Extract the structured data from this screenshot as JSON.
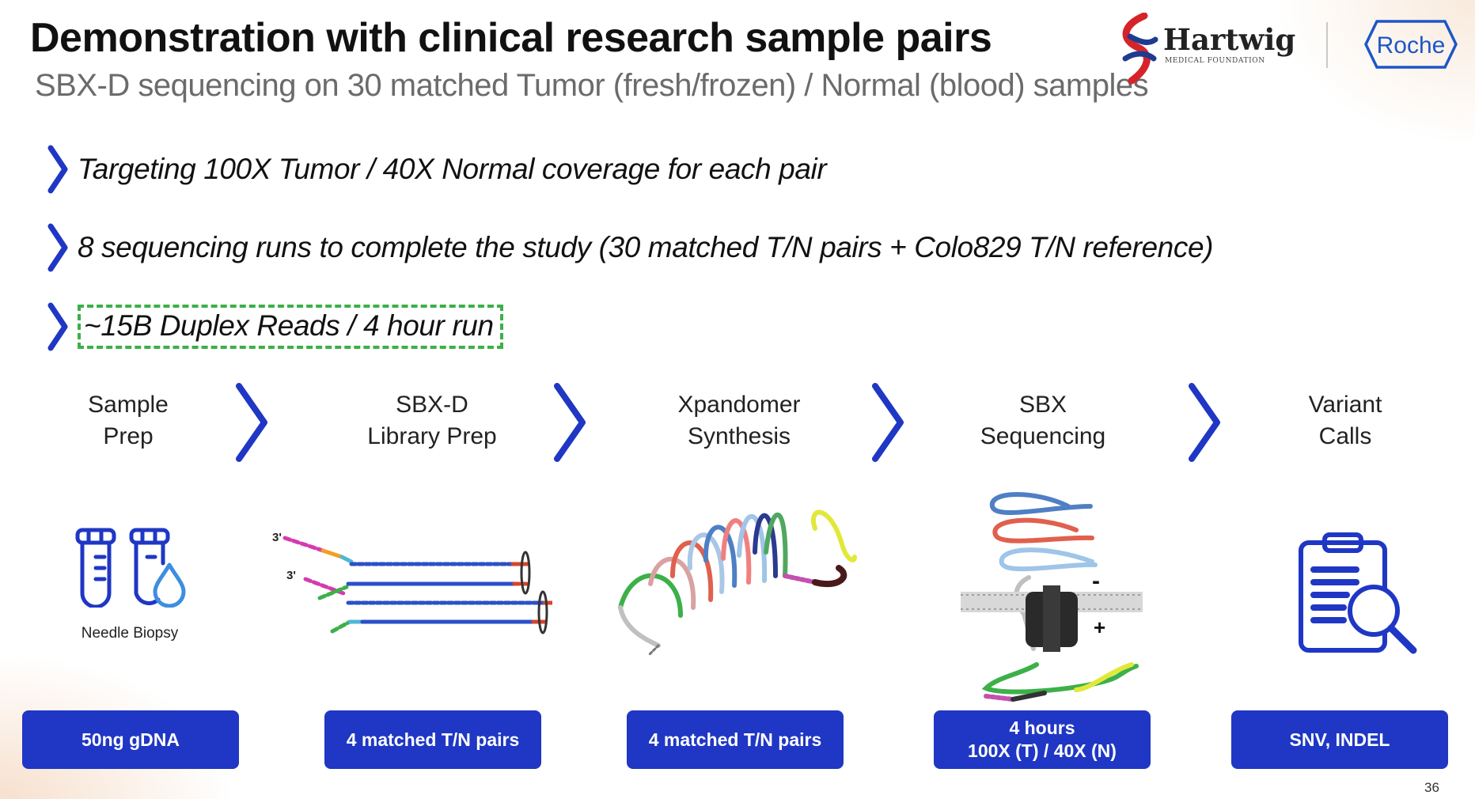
{
  "slide": {
    "title": "Demonstration with clinical research sample pairs",
    "subtitle": "SBX-D sequencing on 30 matched Tumor (fresh/frozen) / Normal (blood) samples",
    "page_number": "36"
  },
  "logos": {
    "hartwig_name": "Hartwig",
    "hartwig_sub": "MEDICAL FOUNDATION",
    "roche": "Roche"
  },
  "bullets": [
    {
      "text": "Targeting 100X Tumor / 40X Normal coverage for each pair"
    },
    {
      "text": "8 sequencing runs to complete the study (30 matched T/N pairs + Colo829 T/N reference)"
    },
    {
      "text": "~15B Duplex Reads / 4 hour run"
    }
  ],
  "steps": [
    {
      "title_line1": "Sample",
      "title_line2": "Prep",
      "pill_line1": "50ng gDNA",
      "pill_line2": ""
    },
    {
      "title_line1": "SBX-D",
      "title_line2": "Library Prep",
      "pill_line1": "4 matched T/N pairs",
      "pill_line2": ""
    },
    {
      "title_line1": "Xpandomer",
      "title_line2": "Synthesis",
      "pill_line1": "4 matched T/N pairs",
      "pill_line2": ""
    },
    {
      "title_line1": "SBX",
      "title_line2": "Sequencing",
      "pill_line1": "4 hours",
      "pill_line2": "100X (T) / 40X (N)"
    },
    {
      "title_line1": "Variant",
      "title_line2": "Calls",
      "pill_line1": "SNV, INDEL",
      "pill_line2": ""
    }
  ],
  "illustrations": {
    "needle_biopsy_label": "Needle Biopsy",
    "library_3prime_label": "3'",
    "membrane_minus": "-",
    "membrane_plus": "+"
  },
  "colors": {
    "accent_blue": "#1f37c4",
    "highlight_green": "#3cb049"
  }
}
